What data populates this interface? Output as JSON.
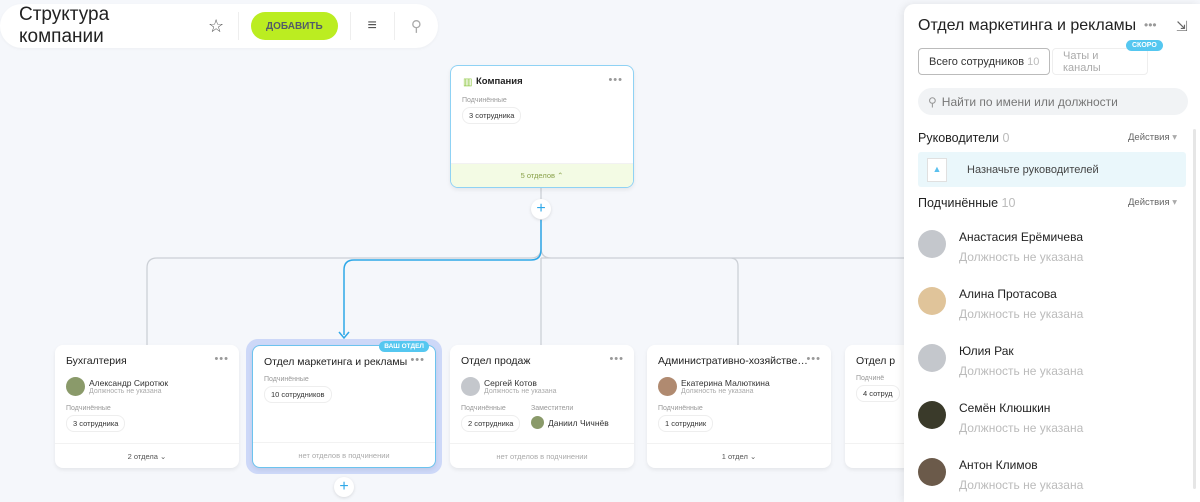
{
  "header": {
    "title": "Структура компании",
    "add_label": "ДОБАВИТЬ",
    "icons": [
      "star-icon",
      "menu-icon",
      "search-icon"
    ]
  },
  "root": {
    "name": "Компания",
    "subordinates_label": "Подчинённые",
    "subordinates": "3 сотрудника",
    "departments": "5 отделов"
  },
  "colors": {
    "accent": "#2fa8e8",
    "add_button": "#bbed21",
    "root_footer": "#f3fbe4",
    "selected_glow": "#cdd8f8"
  },
  "departments": [
    {
      "name": "Бухгалтерия",
      "head": "Александр Сиротюк",
      "head_pos": "Должность не указана",
      "sub_label": "Подчинённые",
      "subordinates": "3 сотрудника",
      "footer": "2 отдела"
    },
    {
      "name": "Отдел маркетинга и рекламы",
      "badge": "ВАШ ОТДЕЛ",
      "sub_label": "Подчинённые",
      "subordinates": "10 сотрудников",
      "footer": "нет отделов в подчинении"
    },
    {
      "name": "Отдел продаж",
      "head": "Сергей Котов",
      "head_pos": "Должность не указана",
      "sub_label": "Подчинённые",
      "subordinates": "2 сотрудника",
      "deputy_label": "Заместители",
      "deputy": "Даниил Чичнёв",
      "footer": "нет отделов в подчинении"
    },
    {
      "name": "Административно-хозяйственн...",
      "head": "Екатерина Малюткина",
      "head_pos": "Должность не указана",
      "sub_label": "Подчинённые",
      "subordinates": "1 сотрудник",
      "footer": "1 отдел"
    },
    {
      "name": "Отдел р",
      "sub_label": "Подчинё",
      "subordinates": "4 сотруд"
    }
  ],
  "panel": {
    "title": "Отдел маркетинга и рекламы",
    "tab_all": "Всего сотрудников",
    "tab_all_count": "10",
    "tab_chats": "Чаты и каналы",
    "soon": "СКОРО",
    "search_placeholder": "Найти по имени или должности",
    "heads_label": "Руководители",
    "heads_count": "0",
    "actions": "Действия",
    "assign": "Назначьте руководителей",
    "subs_label": "Подчинённые",
    "subs_count": "10",
    "employees": [
      {
        "name": "Анастасия Ерёмичева",
        "position": "Должность не указана"
      },
      {
        "name": "Алина Протасова",
        "position": "Должность не указана"
      },
      {
        "name": "Юлия Рак",
        "position": "Должность не указана"
      },
      {
        "name": "Семён Клюшкин",
        "position": "Должность не указана"
      },
      {
        "name": "Антон Климов",
        "position": "Должность не указана"
      }
    ]
  }
}
